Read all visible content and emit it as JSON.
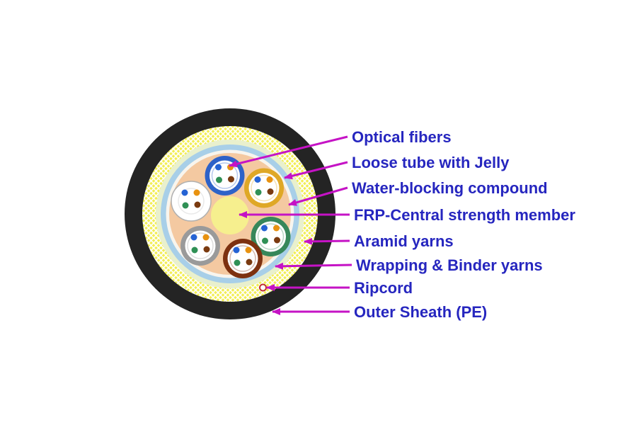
{
  "diagram": {
    "subject": "Fiber optic loose-tube cable cross-section",
    "arrow_color": "#c513c5",
    "label_color": "#2626bf",
    "labels": [
      {
        "text": "Optical fibers"
      },
      {
        "text": "Loose tube with Jelly"
      },
      {
        "text": "Water-blocking compound"
      },
      {
        "text": "FRP-Central strength member"
      },
      {
        "text": "Aramid yarns"
      },
      {
        "text": "Wrapping & Binder yarns"
      },
      {
        "text": "Ripcord"
      },
      {
        "text": "Outer Sheath (PE)"
      }
    ],
    "colors": {
      "background": "#ffffff",
      "outer_sheath": "#242424",
      "aramid_yarns": "#f2ee55",
      "hatch_lines": "#ffffff",
      "binder_layer": "#e9f0cd",
      "wrapping_layer": "#a8cfe8",
      "inner_wrap": "#f8f5ee",
      "water_blocking": "#f4c9a1",
      "frp_center": "#f6ef8e",
      "ripcord_ring": "#c03030",
      "ripcord_fill": "#ffffff",
      "tube_rings": [
        "#2e62c8",
        "#dfa826",
        "#37875a",
        "#7d3110",
        "#9a9a9a",
        "#ffffff"
      ],
      "fiber_dots": [
        "#2563d4",
        "#e89210",
        "#2f9055",
        "#7a3a10"
      ]
    }
  }
}
